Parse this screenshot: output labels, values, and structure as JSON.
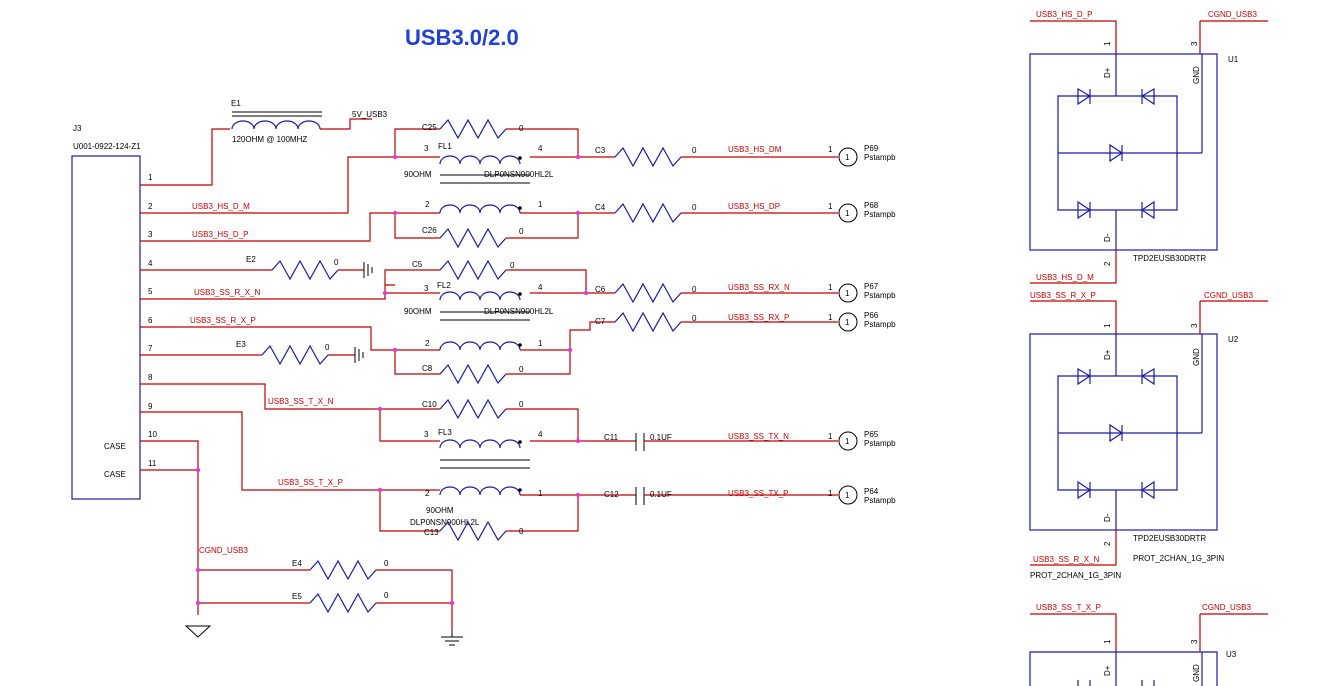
{
  "title": "USB3.0/2.0",
  "connector": {
    "ref": "J3",
    "part": "U001-0922-124-Z1",
    "pins": [
      "1",
      "2",
      "3",
      "4",
      "5",
      "6",
      "7",
      "8",
      "9",
      "10",
      "11"
    ],
    "case_labels": [
      "CASE",
      "CASE"
    ]
  },
  "nets": {
    "hs_dm": "USB3_HS_D_M",
    "hs_dp": "USB3_HS_D_P",
    "ss_rxn": "USB3_SS_R_X_N",
    "ss_rxp": "USB3_SS_R_X_P",
    "ss_txn": "USB3_SS_T_X_N",
    "ss_txp": "USB3_SS_T_X_P",
    "cgnd": "CGND_USB3",
    "v5": "5V_USB3",
    "out_hs_dm": "USB3_HS_DM",
    "out_hs_dp": "USB3_HS_DP",
    "out_ss_rxn": "USB3_SS_RX_N",
    "out_ss_rxp": "USB3_SS_RX_P",
    "out_ss_txn": "USB3_SS_TX_N",
    "out_ss_txp": "USB3_SS_TX_P",
    "tvs_hs_dm": "USB3_HS_D_M",
    "tvs_ss_rxn": "USB3_SS_R_X_N"
  },
  "ferrite": {
    "ref": "E1",
    "value": "120OHM @ 100MHZ"
  },
  "filters": [
    {
      "ref": "FL1",
      "imp": "90OHM",
      "part": "DLP0NSN900HL2L",
      "pin_a": "3",
      "pin_b": "4",
      "pin_c": "2",
      "pin_d": "1"
    },
    {
      "ref": "FL2",
      "imp": "90OHM",
      "part": "DLP0NSN900HL2L",
      "pin_a": "3",
      "pin_b": "4",
      "pin_c": "2",
      "pin_d": "1"
    },
    {
      "ref": "FL3",
      "imp": "90OHM",
      "part": "DLP0NSN900HL2L",
      "pin_a": "3",
      "pin_b": "4",
      "pin_c": "2",
      "pin_d": "1"
    }
  ],
  "resistors": [
    {
      "ref": "C25",
      "val": "0"
    },
    {
      "ref": "C26",
      "val": "0"
    },
    {
      "ref": "C5",
      "val": "0"
    },
    {
      "ref": "C8",
      "val": "0"
    },
    {
      "ref": "C10",
      "val": "0"
    },
    {
      "ref": "C13",
      "val": "0"
    },
    {
      "ref": "C3",
      "val": "0"
    },
    {
      "ref": "C4",
      "val": "0"
    },
    {
      "ref": "C6",
      "val": "0"
    },
    {
      "ref": "C7",
      "val": "0"
    },
    {
      "ref": "E2",
      "val": "0"
    },
    {
      "ref": "E3",
      "val": "0"
    },
    {
      "ref": "E4",
      "val": "0"
    },
    {
      "ref": "E5",
      "val": "0"
    }
  ],
  "caps": [
    {
      "ref": "C11",
      "val": "0.1UF"
    },
    {
      "ref": "C12",
      "val": "0.1UF"
    }
  ],
  "testpoints": [
    {
      "ref": "P69",
      "type": "Pstampb",
      "pin": "1"
    },
    {
      "ref": "P68",
      "type": "Pstampb",
      "pin": "1"
    },
    {
      "ref": "P67",
      "type": "Pstampb",
      "pin": "1"
    },
    {
      "ref": "P66",
      "type": "Pstampb",
      "pin": "1"
    },
    {
      "ref": "P65",
      "type": "Pstampb",
      "pin": "1"
    },
    {
      "ref": "P64",
      "type": "Pstampb",
      "pin": "1"
    }
  ],
  "tvs": [
    {
      "ref": "U1",
      "part": "TPD2EUSB30DRTR",
      "pin1": "1",
      "pin2": "2",
      "pin3": "3",
      "d_plus": "D+",
      "d_minus": "D-",
      "gnd": "GND"
    },
    {
      "ref": "U2",
      "part": "TPD2EUSB30DRTR",
      "pin1": "1",
      "pin2": "2",
      "pin3": "3",
      "d_plus": "D+",
      "d_minus": "D-",
      "gnd": "GND",
      "footprint": "PROT_2CHAN_1G_3PIN"
    },
    {
      "ref": "U3",
      "pin1": "1",
      "pin3": "3",
      "d_plus": "D+",
      "gnd": "GND"
    }
  ],
  "footprint_label": "PROT_2CHAN_1G_3PIN",
  "colors": {
    "title": "#1f3fd6",
    "wire": "#c00000",
    "part": "#1a1aaa",
    "junction": "#e23ad0"
  }
}
